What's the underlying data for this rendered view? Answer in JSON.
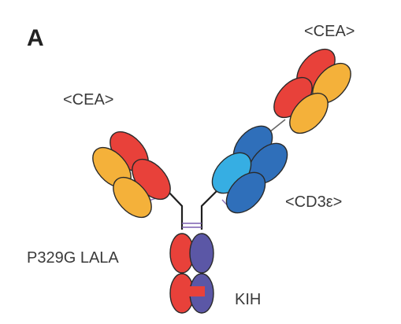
{
  "panel_letter": "A",
  "labels": {
    "cea_left": "<CEA>",
    "cea_right": "<CEA>",
    "cd3e": "<CD3ε>",
    "fc_mutation": "P329G LALA",
    "kih": "KIH"
  },
  "colors": {
    "red": "#e8413a",
    "yellow": "#f4b13a",
    "dark_blue": "#2f6fba",
    "light_blue": "#36aee3",
    "purple": "#5b57a6",
    "stroke": "#2a2a2a"
  }
}
